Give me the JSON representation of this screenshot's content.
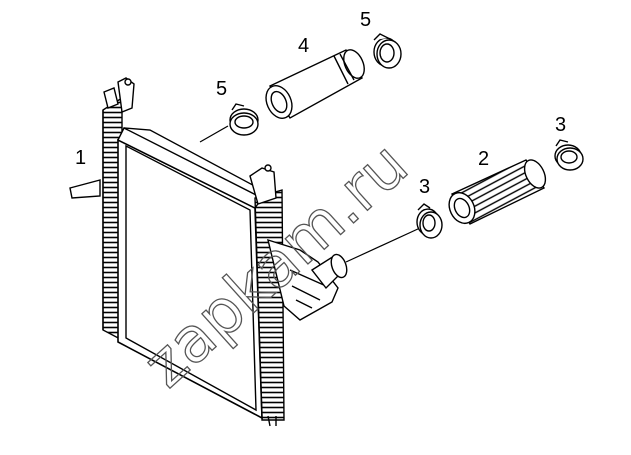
{
  "diagram": {
    "callouts": [
      {
        "id": "1",
        "text": "1"
      },
      {
        "id": "2",
        "text": "2"
      },
      {
        "id": "3a",
        "text": "3"
      },
      {
        "id": "3b",
        "text": "3"
      },
      {
        "id": "4",
        "text": "4"
      },
      {
        "id": "5a",
        "text": "5"
      },
      {
        "id": "5b",
        "text": "5"
      }
    ],
    "watermark": "zapkam.ru",
    "line_color": "#000000",
    "background": "#ffffff"
  }
}
